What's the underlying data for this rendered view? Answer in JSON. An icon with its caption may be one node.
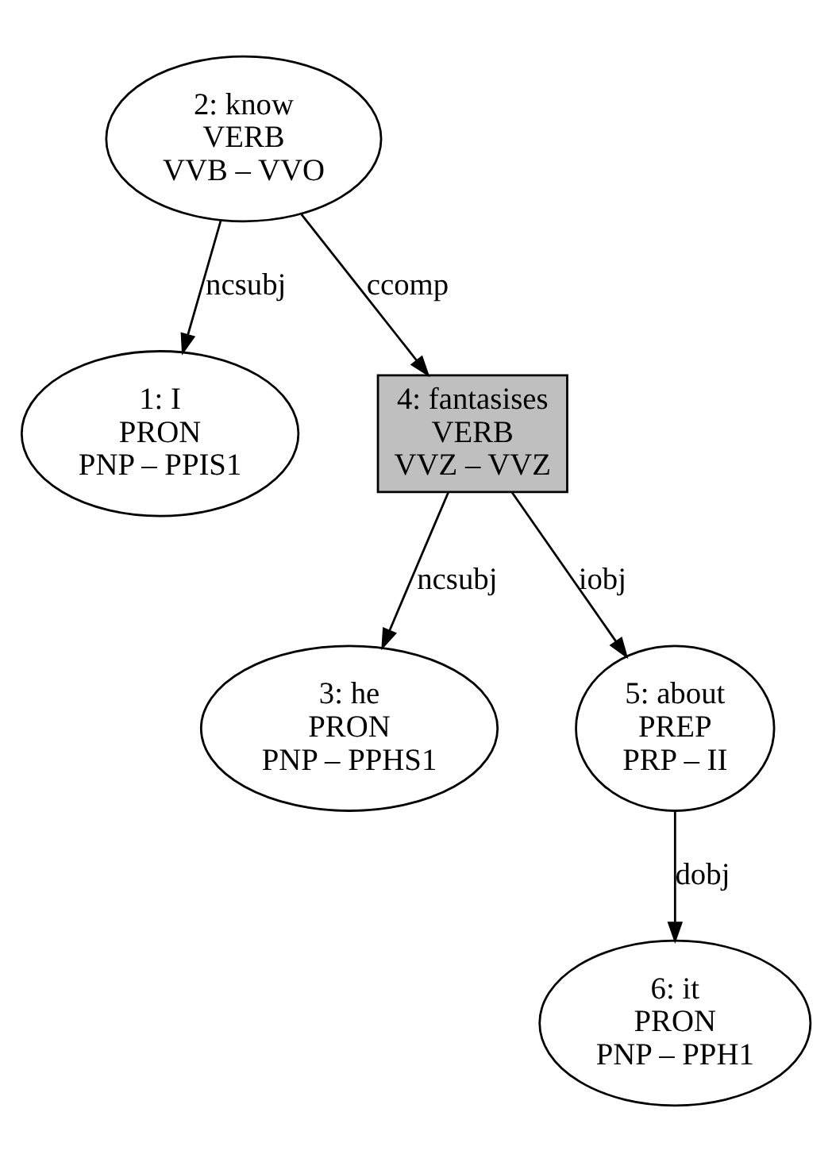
{
  "diagram": {
    "nodes": [
      {
        "text": [
          "2: know",
          "VERB",
          "VVB – VVO"
        ]
      },
      {
        "text": [
          "1: I",
          "PRON",
          "PNP – PPIS1"
        ]
      },
      {
        "text": [
          "4: fantasises",
          "VERB",
          "VVZ – VVZ"
        ]
      },
      {
        "text": [
          "3: he",
          "PRON",
          "PNP – PPHS1"
        ]
      },
      {
        "text": [
          "5: about",
          "PREP",
          "PRP – II"
        ]
      },
      {
        "text": [
          "6: it",
          "PRON",
          "PNP – PPH1"
        ]
      }
    ],
    "edges": [
      {
        "from": 0,
        "to": 1,
        "arrow": "to",
        "label": "ncsubj"
      },
      {
        "from": 0,
        "to": 2,
        "arrow": "to",
        "label": "ccomp"
      },
      {
        "from": 2,
        "to": 3,
        "arrow": "to",
        "label": "ncsubj"
      },
      {
        "from": 2,
        "to": 4,
        "arrow": "to",
        "label": "iobj"
      },
      {
        "from": 4,
        "to": 5,
        "arrow": "to",
        "label": "dobj"
      }
    ]
  }
}
